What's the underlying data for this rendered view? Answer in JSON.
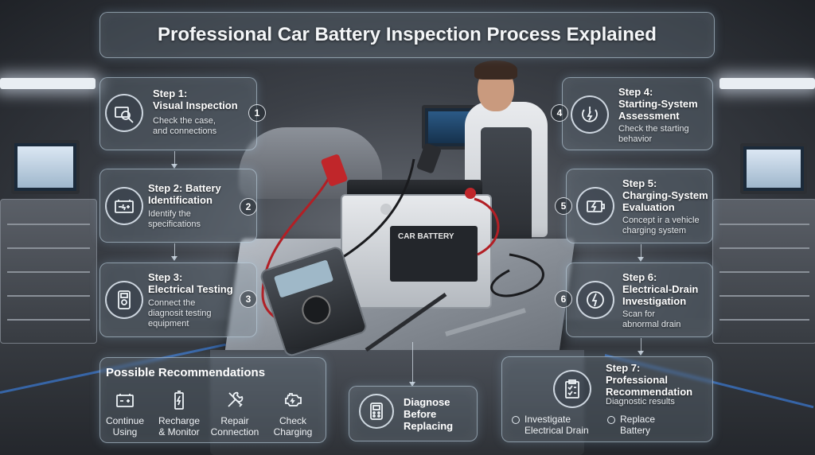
{
  "title": "Professional Car Battery Inspection Process Explained",
  "battery_label": "CAR BATTERY",
  "steps": [
    {
      "number": "1",
      "title": "Step 1:\nVisual Inspection",
      "desc": "Check the case,\nand connections",
      "icon": "magnifier-battery-icon"
    },
    {
      "number": "2",
      "title": "Step 2: Battery\nIdentification",
      "desc": "Identify the\nspecifications",
      "icon": "battery-icon"
    },
    {
      "number": "3",
      "title": "Step 3:\nElectrical Testing",
      "desc": "Connect the\ndiagnosit testing\nequipment",
      "icon": "multimeter-icon"
    },
    {
      "number": "4",
      "title": "Step 4:\nStarting-System\nAssessment",
      "desc": "Check the starting\nbehavior",
      "icon": "power-gauge-icon"
    },
    {
      "number": "5",
      "title": "Step 5:\nCharging-System\nEvaluation",
      "desc": "Concept ir a vehicle\ncharging system",
      "icon": "charging-battery-icon"
    },
    {
      "number": "6",
      "title": "Step 6:\nElectrical-Drain\nInvestigation",
      "desc": "Scan for\nabnormal drain",
      "icon": "lightning-gauge-icon"
    },
    {
      "title": "Step 7:\nProfessional\nRecommendation",
      "desc": "Diagnostic results",
      "icon": "clipboard-check-icon",
      "options": [
        "Investigate\nElectrical Drain",
        "Replace\nBattery"
      ]
    }
  ],
  "recommendations": {
    "title": "Possible Recommendations",
    "items": [
      {
        "label": "Continue\nUsing",
        "icon": "battery-icon"
      },
      {
        "label": "Recharge\n& Monitor",
        "icon": "charging-battery-icon"
      },
      {
        "label": "Repair\nConnection",
        "icon": "wrench-screwdriver-icon"
      },
      {
        "label": "Check\nCharging",
        "icon": "engine-warning-icon"
      }
    ]
  },
  "diagnose": {
    "label": "Diagnose\nBefore\nReplacing",
    "icon": "obd-scanner-icon"
  },
  "colors": {
    "accent_blue": "#3a7bd5",
    "panel_border": "#c8dceb",
    "text": "#ffffff"
  }
}
